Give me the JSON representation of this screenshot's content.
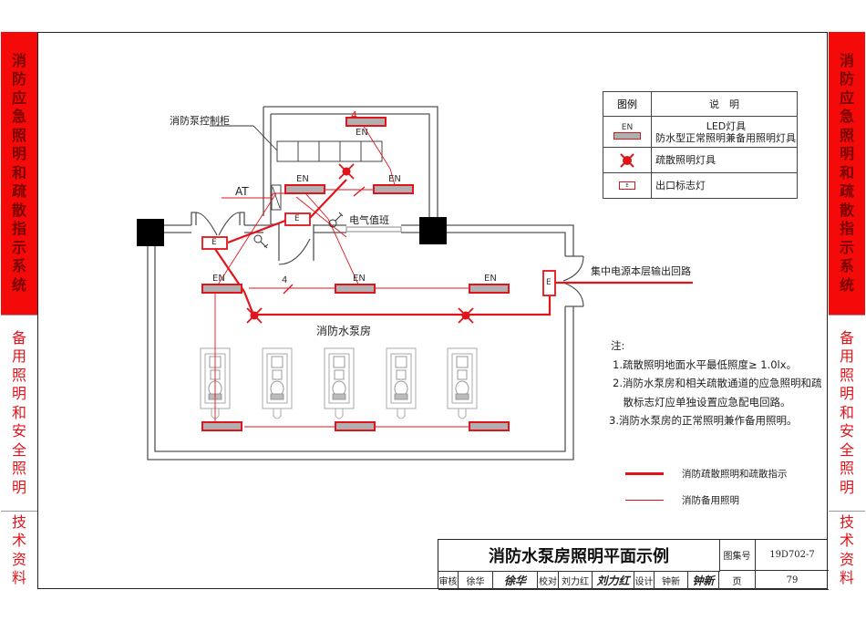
{
  "side_tabs": {
    "section1": "消防应急照明和疏散指示系统",
    "section2": "备用照明和安全照明",
    "section3": "技术资料"
  },
  "colors": {
    "tab_active": "#f50a0a",
    "tab_active_text": "#7a0000",
    "tab_inactive_text": "#e0141a",
    "emergency_line": "#e0141a",
    "fixture_fill": "#b0b0b0",
    "wall": "#555555"
  },
  "plan": {
    "room_main": "消防水泵房",
    "control_cabinet": "消防泵控制柜",
    "duty_room": "电气值班",
    "at_label": "AT",
    "feed_label": "集中电源本层输出回路",
    "fixture_label": "EN",
    "exit_sign_label": "E",
    "wire_count_1": "4",
    "wire_count_2": "4"
  },
  "legend_table": {
    "header_symbol": "图例",
    "header_desc": "说　明",
    "rows": [
      {
        "symbol": "led-fixture",
        "symbol_label": "EN",
        "desc_line1": "LED灯具",
        "desc_line2": "防水型正常照明兼备用照明灯具"
      },
      {
        "symbol": "evacuation-light",
        "desc_line1": "疏散照明灯具"
      },
      {
        "symbol": "exit-sign",
        "symbol_label": "E",
        "desc_line1": "出口标志灯"
      }
    ]
  },
  "notes": {
    "title": "注:",
    "items": [
      "1.疏散照明地面水平最低照度≥ 1.0lx。",
      "2.消防水泵房和相关疏散通道的应急照明和疏",
      "　散标志灯应单独设置应急配电回路。",
      "3.消防水泵房的正常照明兼作备用照明。"
    ]
  },
  "line_legend": [
    {
      "label": "消防疏散照明和疏散指示",
      "weight": "thick"
    },
    {
      "label": "消防备用照明",
      "weight": "thin"
    }
  ],
  "title_block": {
    "title": "消防水泵房照明平面示例",
    "atlas_no_label": "图集号",
    "atlas_no": "19D702-7",
    "review_label": "审核",
    "reviewer": "徐华",
    "reviewer_sig": "徐华",
    "check_label": "校对",
    "checker": "刘力红",
    "checker_sig": "刘力红",
    "design_label": "设计",
    "designer": "钟新",
    "designer_sig": "钟新",
    "page_label": "页",
    "page": "79"
  }
}
